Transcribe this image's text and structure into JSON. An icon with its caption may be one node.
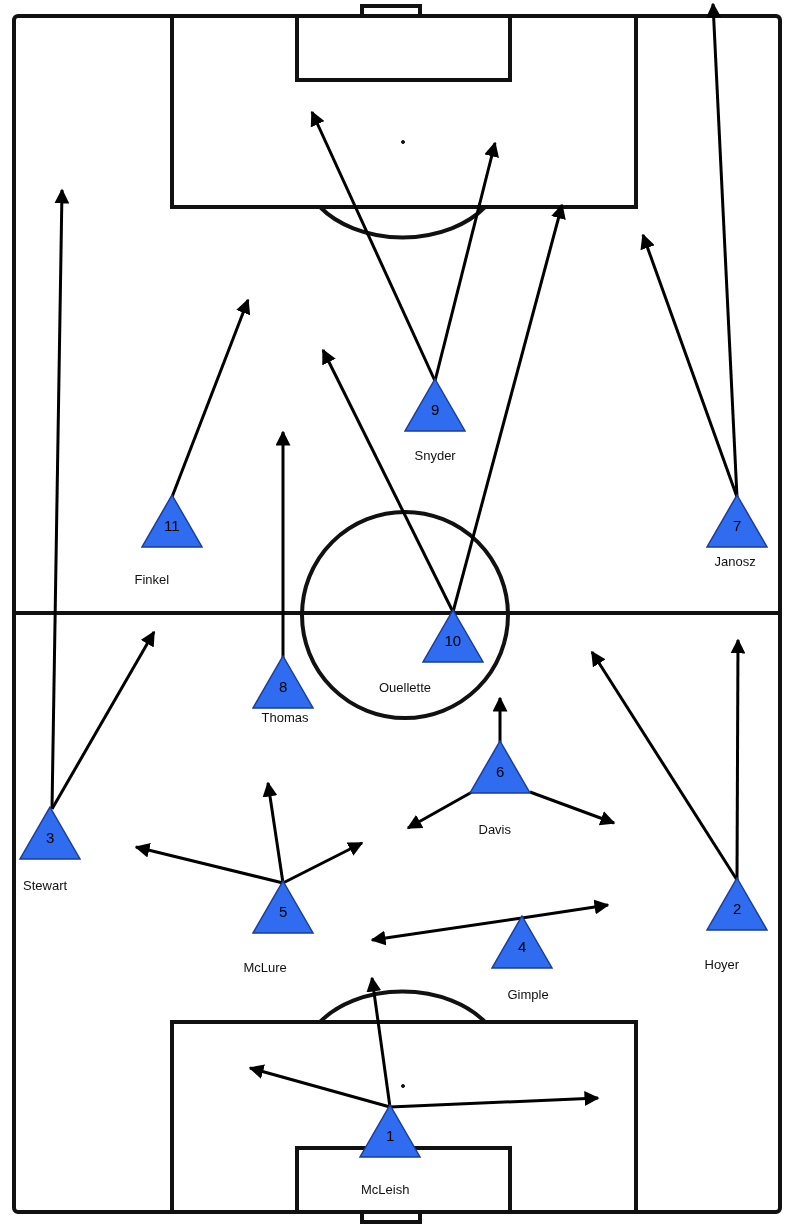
{
  "diagram": {
    "nodes": [
      {
        "text": [
          "9"
        ],
        "beside": [
          "Snyder"
        ]
      },
      {
        "text": [
          "11"
        ],
        "beside": [
          "Finkel"
        ]
      },
      {
        "text": [
          "7"
        ],
        "beside": [
          "Janosz"
        ]
      },
      {
        "text": [
          "10"
        ],
        "beside": [
          "Ouellette"
        ]
      },
      {
        "text": [
          "8"
        ],
        "beside": [
          "Thomas"
        ]
      },
      {
        "text": [
          "6"
        ],
        "beside": [
          "Davis"
        ]
      },
      {
        "text": [
          "3"
        ],
        "beside": [
          "Stewart"
        ]
      },
      {
        "text": [
          "5"
        ],
        "beside": [
          "McLure"
        ]
      },
      {
        "text": [
          "4"
        ],
        "beside": [
          "Gimple"
        ]
      },
      {
        "text": [
          "2"
        ],
        "beside": [
          "Hoyer"
        ]
      },
      {
        "text": [
          "1"
        ],
        "beside": [
          "McLeish"
        ]
      }
    ],
    "edges": [
      {
        "from": 0,
        "to": null,
        "arrow": "to"
      },
      {
        "from": 0,
        "to": null,
        "arrow": "to"
      },
      {
        "from": 1,
        "to": null,
        "arrow": "to"
      },
      {
        "from": 2,
        "to": null,
        "arrow": "to"
      },
      {
        "from": 2,
        "to": null,
        "arrow": "to"
      },
      {
        "from": 3,
        "to": null,
        "arrow": "to"
      },
      {
        "from": 3,
        "to": null,
        "arrow": "to"
      },
      {
        "from": 4,
        "to": null,
        "arrow": "to"
      },
      {
        "from": 5,
        "to": null,
        "arrow": "to"
      },
      {
        "from": 5,
        "to": null,
        "arrow": "to"
      },
      {
        "from": 5,
        "to": null,
        "arrow": "to"
      },
      {
        "from": 6,
        "to": null,
        "arrow": "to"
      },
      {
        "from": 6,
        "to": null,
        "arrow": "to"
      },
      {
        "from": 7,
        "to": null,
        "arrow": "to"
      },
      {
        "from": 7,
        "to": null,
        "arrow": "to"
      },
      {
        "from": 7,
        "to": null,
        "arrow": "to"
      },
      {
        "from": 8,
        "to": null,
        "arrow": "to"
      },
      {
        "from": 8,
        "to": null,
        "arrow": "to"
      },
      {
        "from": 9,
        "to": null,
        "arrow": "to"
      },
      {
        "from": 9,
        "to": null,
        "arrow": "to"
      },
      {
        "from": 10,
        "to": null,
        "arrow": "to"
      },
      {
        "from": 10,
        "to": null,
        "arrow": "to"
      },
      {
        "from": 10,
        "to": null,
        "arrow": "to"
      }
    ]
  }
}
